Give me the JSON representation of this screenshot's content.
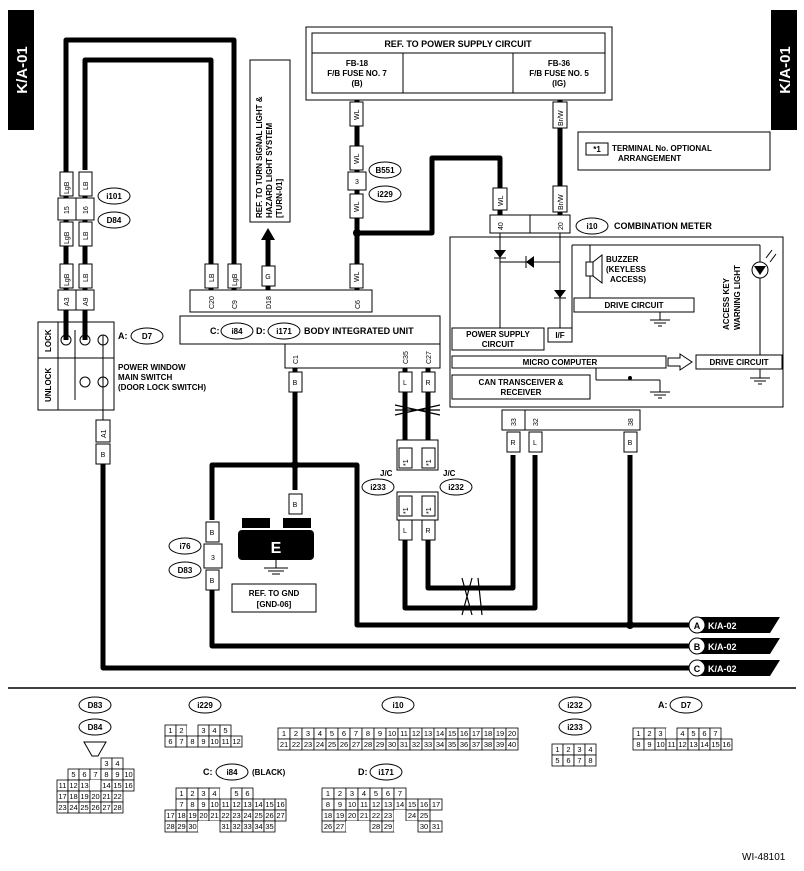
{
  "page_tabs": {
    "left": "K/A-01",
    "right": "K/A-01"
  },
  "power_supply": {
    "title": "REF. TO POWER SUPPLY CIRCUIT",
    "fuse1": [
      "FB-18",
      "F/B FUSE NO. 7",
      "(B)"
    ],
    "fuse2": [
      "FB-36",
      "F/B FUSE NO. 5",
      "(IG)"
    ]
  },
  "turn_ref": [
    "REF. TO TURN SIGNAL LIGHT &",
    "HAZARD LIGHT SYSTEM",
    "[TURN-01]"
  ],
  "terminal_note": {
    "mark": "*1",
    "text": [
      "TERMINAL No. OPTIONAL",
      "ARRANGEMENT"
    ]
  },
  "connectors": {
    "i101": "i101",
    "D84": "D84",
    "B551": "B551",
    "i229": "i229",
    "i10": "i10",
    "D7": "D7",
    "i84": "i84",
    "i171": "i171",
    "i76": "i76",
    "D83": "D83",
    "i232": "i232",
    "i233": "i233"
  },
  "wire_colors": {
    "LgB": "LgB",
    "LB": "LB",
    "G": "G",
    "WL": "WL",
    "BrW": "Br/W",
    "B": "B",
    "L": "L",
    "R": "R"
  },
  "pins": {
    "p15": "15",
    "p16": "16",
    "A3": "A3",
    "A9": "A9",
    "C20": "C20",
    "C9": "C9",
    "D18": "D18",
    "C6": "C6",
    "C1": "C1",
    "C35": "C35",
    "C27": "C27",
    "p40": "40",
    "p20": "20",
    "p33": "33",
    "p32": "32",
    "p38": "38",
    "A1": "A1",
    "p3": "3",
    "star": "*1"
  },
  "labels": {
    "combination_meter": "COMBINATION METER",
    "body_integrated_unit": "BODY INTEGRATED UNIT",
    "power_window": [
      "POWER WINDOW",
      "MAIN SWITCH",
      "(DOOR LOCK SWITCH)"
    ],
    "lock": "LOCK",
    "unlock": "UNLOCK",
    "a_prefix": "A:",
    "c_prefix": "C:",
    "d_prefix": "D:",
    "buzzer": [
      "BUZZER",
      "(KEYLESS",
      "ACCESS)"
    ],
    "drive_circuit": "DRIVE CIRCUIT",
    "warning_light": [
      "ACCESS KEY",
      "WARNING LIGHT"
    ],
    "power_supply_circuit": [
      "POWER SUPPLY",
      "CIRCUIT"
    ],
    "if": "I/F",
    "micro_computer": "MICRO COMPUTER",
    "can": [
      "CAN TRANSCEIVER &",
      "RECEIVER"
    ],
    "jc": "J/C",
    "ground": "E",
    "gnd_ref": [
      "REF. TO GND",
      "[GND-06]"
    ],
    "out_a": "A",
    "out_b": "B",
    "out_c": "C",
    "out_ref": "K/A-02",
    "black": "(BLACK)",
    "figure_id": "WI-48101"
  },
  "grids": {
    "i229": [
      [
        "1",
        "2",
        "",
        "3",
        "4",
        "5"
      ],
      [
        "6",
        "7",
        "8",
        "9",
        "10",
        "11",
        "12"
      ]
    ],
    "i10": [
      [
        "1",
        "2",
        "3",
        "4",
        "5",
        "6",
        "7",
        "8",
        "9",
        "10",
        "11",
        "12",
        "13",
        "14",
        "15",
        "16",
        "17",
        "18",
        "19",
        "20"
      ],
      [
        "21",
        "22",
        "23",
        "24",
        "25",
        "26",
        "27",
        "28",
        "29",
        "30",
        "31",
        "32",
        "33",
        "34",
        "35",
        "36",
        "37",
        "38",
        "39",
        "40"
      ]
    ],
    "i232": [
      [
        "1",
        "2",
        "3",
        "4"
      ],
      [
        "5",
        "6",
        "7",
        "8"
      ]
    ],
    "d7": [
      [
        "1",
        "2",
        "3",
        "",
        "4",
        "5",
        "6",
        "7"
      ],
      [
        "8",
        "9",
        "10",
        "11",
        "12",
        "13",
        "14",
        "15",
        "16"
      ]
    ],
    "d83": [
      [
        "",
        "",
        "",
        "",
        "3",
        "4"
      ],
      [
        "",
        "5",
        "6",
        "7",
        "8",
        "9",
        "10"
      ],
      [
        "11",
        "12",
        "13",
        "",
        "14",
        "15",
        "16"
      ],
      [
        "17",
        "18",
        "19",
        "20",
        "21",
        "22"
      ],
      [
        "23",
        "24",
        "25",
        "26",
        "27",
        "28"
      ]
    ],
    "i84": [
      [
        "1",
        "2",
        "3",
        "4",
        "",
        "5",
        "6"
      ],
      [
        "7",
        "8",
        "9",
        "10",
        "11",
        "12",
        "13",
        "14",
        "15",
        "16"
      ],
      [
        "17",
        "18",
        "19",
        "20",
        "21",
        "22",
        "23",
        "24",
        "25",
        "26",
        "27"
      ],
      [
        "28",
        "29",
        "30",
        "",
        "",
        "31",
        "32",
        "33",
        "34",
        "35"
      ]
    ],
    "i171": [
      [
        "1",
        "2",
        "3",
        "4",
        "5",
        "6",
        "7"
      ],
      [
        "8",
        "9",
        "10",
        "11",
        "12",
        "13",
        "14",
        "15",
        "16",
        "17"
      ],
      [
        "18",
        "19",
        "20",
        "21",
        "22",
        "23",
        "",
        "24",
        "25"
      ],
      [
        "26",
        "27",
        "",
        "",
        "28",
        "29",
        "",
        "",
        "30",
        "31"
      ]
    ]
  }
}
